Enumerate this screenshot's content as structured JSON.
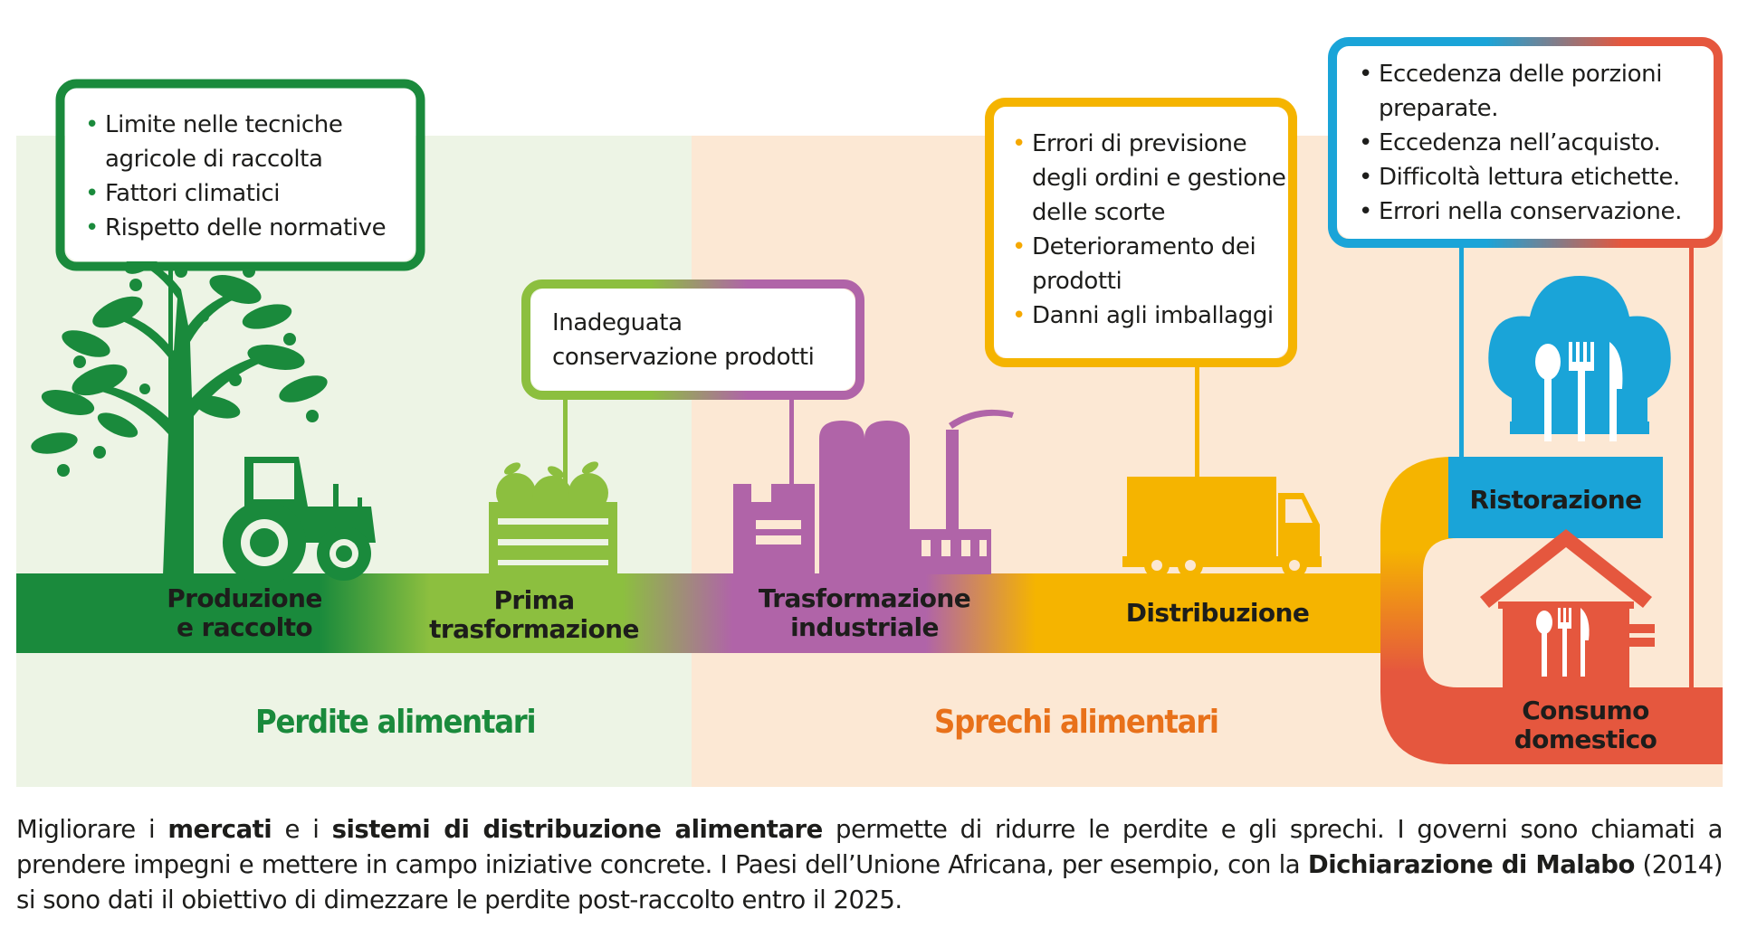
{
  "boxes": {
    "production": {
      "items": [
        "Limite nelle tecniche agricole di raccolta",
        "Fattori climatici",
        "Rispetto delle normative"
      ]
    },
    "first_processing": {
      "lines": [
        "Inadeguata",
        "conservazione prodotti"
      ]
    },
    "distribution": {
      "items": [
        "Errori di previsione degli ordini e gestione delle scorte",
        "Deterioramento dei prodotti",
        "Danni agli imballaggi"
      ]
    },
    "consumption": {
      "items": [
        "Eccedenza delle porzioni preparate.",
        "Eccedenza nell’acquisto.",
        "Difficoltà lettura etichette.",
        "Errori nella conservazione."
      ]
    }
  },
  "stages": {
    "production": [
      "Produzione",
      "e raccolto"
    ],
    "first_processing": [
      "Prima",
      "trasformazione"
    ],
    "industrial": [
      "Trasformazione",
      "industriale"
    ],
    "distribution": "Distribuzione",
    "catering": "Ristorazione",
    "domestic": [
      "Consumo",
      "domestico"
    ]
  },
  "sections": {
    "losses": "Perdite alimentari",
    "waste": "Sprechi alimentari"
  },
  "caption": {
    "p1": "Migliorare i ",
    "b1": "mercati",
    "p2": " e i ",
    "b2": "sistemi di distribuzione alimentare",
    "p3": " permette di ridurre le perdite e gli sprechi. I governi sono chiamati a prendere impegni e mettere in campo iniziative concrete. I Paesi dell’Unione Africana, per esempio, con la ",
    "b3": "Dichiarazione di Malabo",
    "p4": " (2014) si sono dati il obiettivo di dimezzare le perdite post-raccolto entro il 2025."
  },
  "colors": {
    "green": "#1a8a3c",
    "light_green": "#8cbf3f",
    "purple": "#b064a8",
    "yellow": "#f5b400",
    "blue": "#1aa4d8",
    "red": "#e5573e",
    "orange_text": "#e8711a",
    "losses_bg": "#edf4e5",
    "waste_bg": "#fce8d4"
  },
  "icons": [
    "apple-tree-icon",
    "tractor-icon",
    "apple-crate-icon",
    "factory-icon",
    "delivery-truck-icon",
    "chef-hat-cutlery-icon",
    "house-cutlery-icon"
  ]
}
